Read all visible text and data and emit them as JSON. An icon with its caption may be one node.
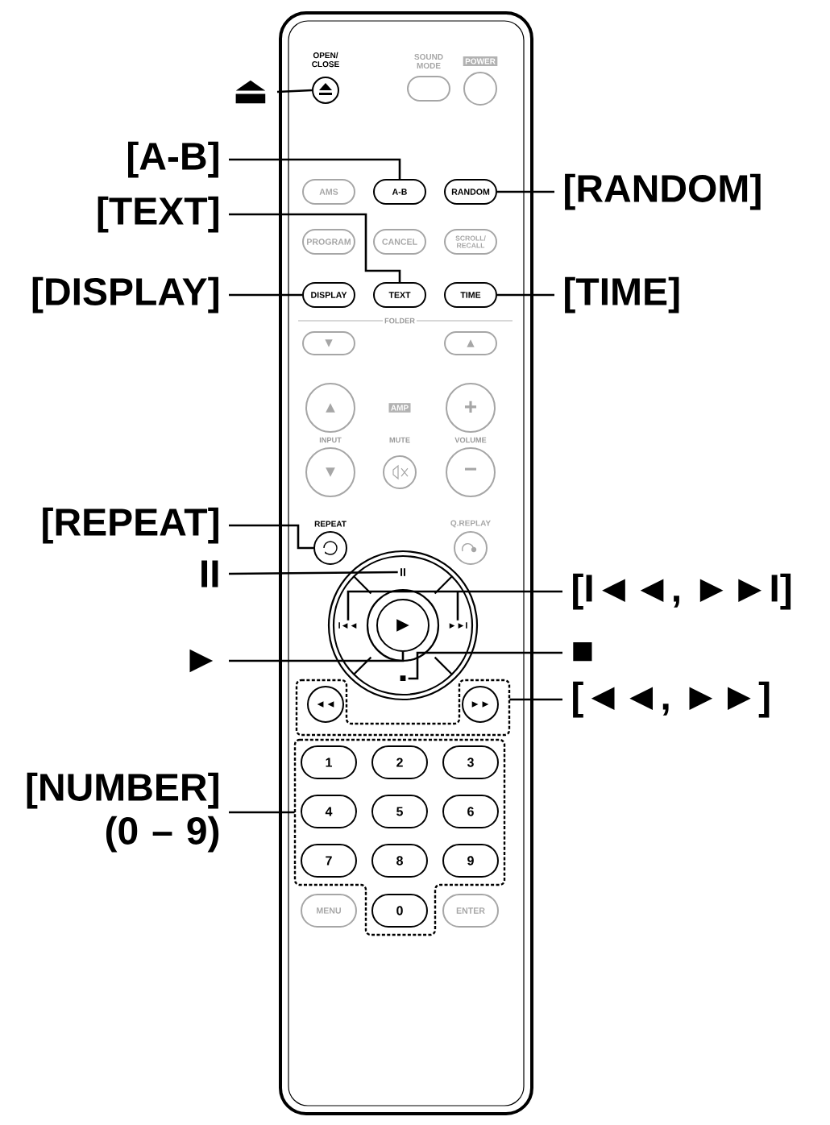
{
  "diagram": {
    "nodes": [
      {
        "text": [
          "⏏"
        ]
      },
      {
        "text": [
          "OPEN/ CLOSE"
        ]
      },
      {
        "text": [
          "SOUND MODE"
        ]
      },
      {
        "text": [
          "POWER"
        ]
      },
      {
        "text": [],
        "shape": "circle"
      },
      {
        "text": [
          "[A-B]"
        ]
      },
      {
        "text": [
          "[TEXT]"
        ]
      },
      {
        "text": [
          "AMS"
        ]
      },
      {
        "text": [
          "A-B"
        ]
      },
      {
        "text": [
          "RANDOM"
        ]
      },
      {
        "text": [
          "[RANDOM]"
        ]
      },
      {
        "text": [
          "PROGRAM"
        ]
      },
      {
        "text": [
          "CANCEL"
        ]
      },
      {
        "text": [
          "SCROLL/ RECALL"
        ]
      },
      {
        "text": [
          "[DISPLAY]"
        ]
      },
      {
        "text": [
          "DISPLAY"
        ]
      },
      {
        "text": [
          "TEXT"
        ]
      },
      {
        "text": [
          "TIME"
        ]
      },
      {
        "text": [
          "[TIME]"
        ]
      },
      {
        "text": [
          "▼"
        ]
      },
      {
        "text": [
          "▲"
        ]
      },
      {
        "text": [
          "▲"
        ]
      },
      {
        "text": [
          "AMP"
        ]
      },
      {
        "text": [
          "+"
        ]
      },
      {
        "text": [
          "▼"
        ]
      },
      {
        "text": [],
        "shape": "circle"
      },
      {
        "text": [
          "−"
        ]
      },
      {
        "text": [
          "[REPEAT]"
        ]
      },
      {
        "text": [
          "REPEAT"
        ]
      },
      {
        "text": [
          "Q.REPLAY"
        ]
      },
      {
        "text": [
          "II"
        ]
      },
      {
        "text": [
          "II"
        ]
      },
      {
        "text": [
          "[I◄◄, ►►I]"
        ]
      },
      {
        "text": [
          "I◄◄"
        ]
      },
      {
        "text": [
          "►"
        ]
      },
      {
        "text": [
          "►►I"
        ]
      },
      {
        "text": [
          "►"
        ]
      },
      {
        "text": [
          "■"
        ]
      },
      {
        "text": [
          "■"
        ]
      },
      {
        "text": [],
        "shape": "box"
      },
      {
        "text": [
          "◄◄"
        ],
        "in": 39
      },
      {
        "text": [
          "►►"
        ],
        "in": 39
      },
      {
        "text": [
          "[◄◄, ►►]"
        ]
      },
      {
        "text": [
          "[NUMBER] (0 – 9)"
        ]
      },
      {
        "text": [],
        "shape": "box"
      },
      {
        "text": [
          "1"
        ],
        "in": 44
      },
      {
        "text": [
          "2"
        ],
        "in": 44
      },
      {
        "text": [
          "3"
        ],
        "in": 44
      },
      {
        "text": [
          "4"
        ],
        "in": 44
      },
      {
        "text": [
          "5"
        ],
        "in": 44
      },
      {
        "text": [
          "6"
        ],
        "in": 44
      },
      {
        "text": [
          "7"
        ],
        "in": 44
      },
      {
        "text": [
          "8"
        ],
        "in": 44
      },
      {
        "text": [
          "9"
        ],
        "in": 44
      },
      {
        "text": [
          "MENU"
        ]
      },
      {
        "text": [
          "0"
        ],
        "in": 44
      },
      {
        "text": [
          "ENTER"
        ]
      }
    ],
    "edges": [
      {
        "from": 0,
        "to": 1,
        "arrow": "none"
      },
      {
        "from": 5,
        "to": 8,
        "arrow": "none"
      },
      {
        "from": 6,
        "to": 16,
        "arrow": "none"
      },
      {
        "from": 14,
        "to": 15,
        "arrow": "none"
      },
      {
        "from": 10,
        "to": 9,
        "arrow": "none"
      },
      {
        "from": 18,
        "to": 17,
        "arrow": "none"
      },
      {
        "from": 27,
        "to": 28,
        "arrow": "none"
      },
      {
        "from": 30,
        "to": 31,
        "arrow": "none"
      },
      {
        "from": 32,
        "to": 33,
        "arrow": "none"
      },
      {
        "from": 32,
        "to": 35,
        "arrow": "none"
      },
      {
        "from": 36,
        "to": 34,
        "arrow": "none"
      },
      {
        "from": 38,
        "to": 37,
        "arrow": "none"
      },
      {
        "from": 42,
        "to": 39,
        "arrow": "none"
      },
      {
        "from": 43,
        "to": 44,
        "arrow": "none"
      }
    ],
    "labels": [
      "FOLDER",
      "INPUT",
      "MUTE",
      "VOLUME"
    ]
  }
}
